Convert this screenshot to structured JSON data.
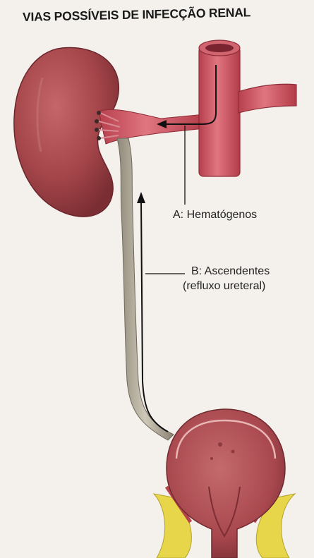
{
  "title": "VIAS POSSÍVEIS DE INFECÇÃO RENAL",
  "labels": {
    "a": "A: Hematógenos",
    "b_line1": "B: Ascendentes",
    "b_line2": "(refluxo ureteral)"
  },
  "colors": {
    "kidney": "#a4454a",
    "vessel": "#c8505c",
    "ureter": "#b4ad9e",
    "bladder": "#b0555a",
    "fat": "#e8d64a",
    "text": "#222222"
  }
}
